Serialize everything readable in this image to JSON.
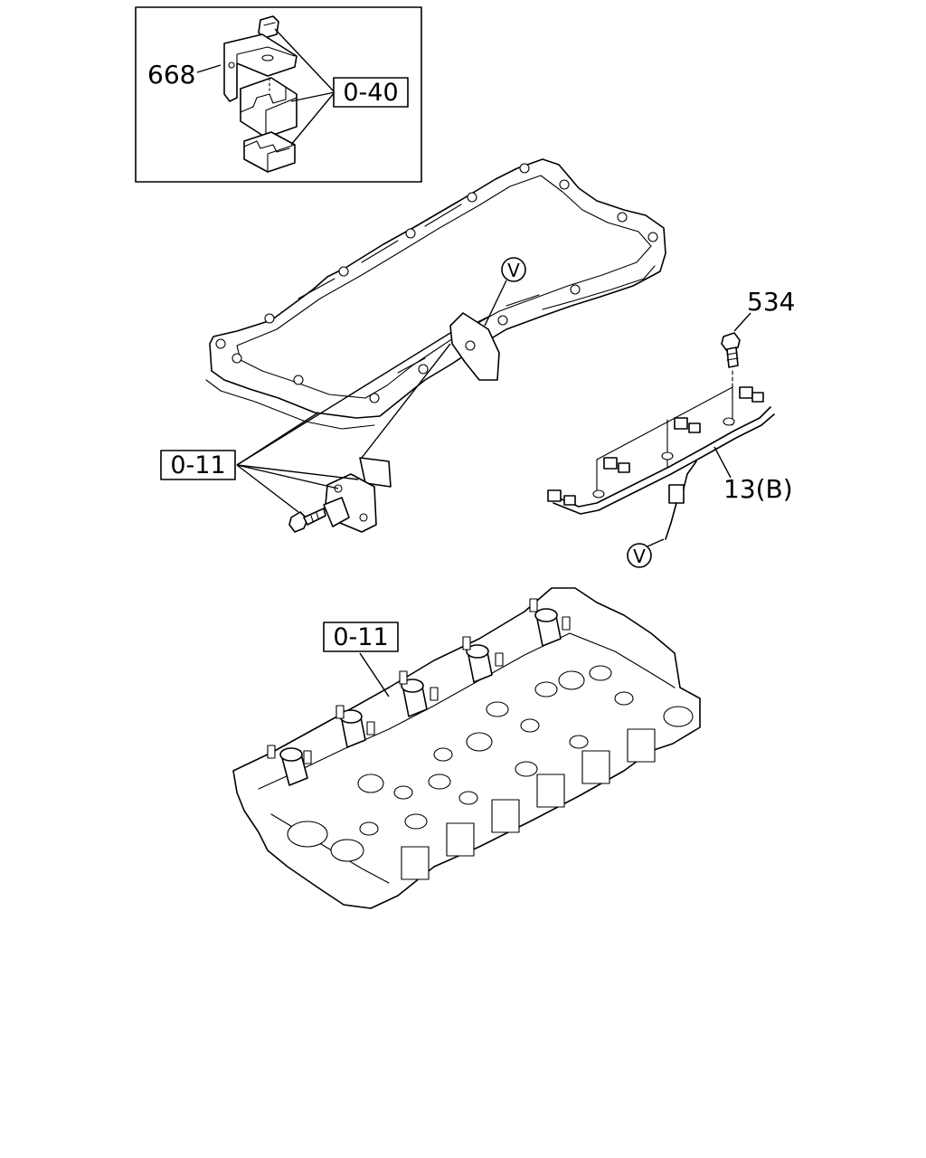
{
  "inset": {
    "part_label": "668",
    "ref_label": "0-40"
  },
  "labels": {
    "bolt_part": "534",
    "harness_part": "13(B)",
    "sensor_ref": "0-11",
    "head_ref": "0-11",
    "connector_marker_top": "V",
    "connector_marker_bottom": "V"
  }
}
